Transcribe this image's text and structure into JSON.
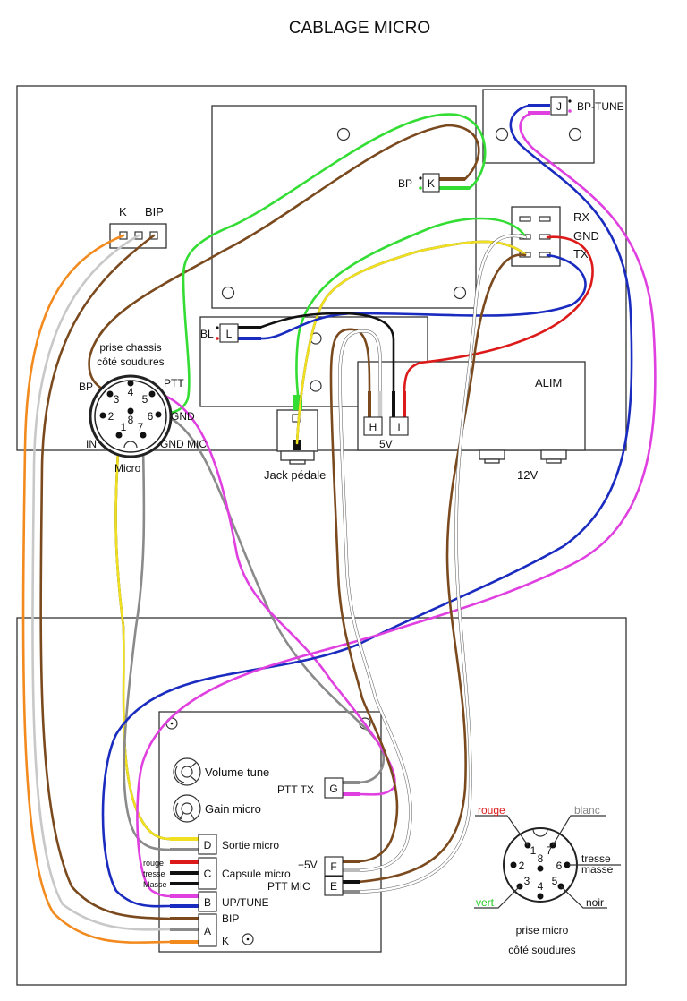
{
  "title": "CABLAGE MICRO",
  "labels": {
    "k_bip_k": "K",
    "k_bip_bip": "BIP",
    "prise_chassis_1": "prise chassis",
    "prise_chassis_2": "côté soudures",
    "pin_bp": "BP",
    "pin_ptt": "PTT",
    "pin_gnd": "GND",
    "pin_in": "IN",
    "pin_gnd_mic": "GND MIC",
    "micro": "Micro",
    "bp": "BP",
    "bl": "BL",
    "rx": "RX",
    "gnd": "GND",
    "tx": "TX",
    "bp_tune": "BP-TUNE",
    "alim": "ALIM",
    "five_v": "5V",
    "twelve_v": "12V",
    "jack_pedale": "Jack pédale",
    "volume_tune": "Volume tune",
    "gain_micro": "Gain micro",
    "ptt_tx": "PTT TX",
    "sortie_micro": "Sortie micro",
    "capsule_micro": "Capsule micro",
    "up_tune": "UP/TUNE",
    "bip": "BIP",
    "k": "K",
    "plus5v": "+5V",
    "ptt_mic": "PTT MIC",
    "rouge": "rouge",
    "tresse": "tresse",
    "masse": "Masse",
    "prise_micro_1": "prise micro",
    "prise_micro_2": "côté soudures",
    "pm_rouge": "rouge",
    "pm_blanc": "blanc",
    "pm_tresse": "tresse",
    "pm_masse": "masse",
    "pm_vert": "vert",
    "pm_noir": "noir"
  },
  "connectors": {
    "A": "A",
    "B": "B",
    "C": "C",
    "D": "D",
    "E": "E",
    "F": "F",
    "G": "G",
    "H": "H",
    "I": "I",
    "J": "J",
    "K": "K",
    "L": "L"
  },
  "chassis_pins": [
    "1",
    "2",
    "3",
    "4",
    "5",
    "6",
    "7",
    "8"
  ],
  "micro_pins": [
    "1",
    "2",
    "3",
    "4",
    "5",
    "6",
    "7",
    "8"
  ],
  "colors": {
    "brown": "#7a4a1e",
    "green": "#33dd33",
    "blue": "#1a2bbf",
    "magenta": "#e040e0",
    "orange": "#f28a1e",
    "lightgray": "#c8c8c8",
    "gray": "#8a8a8a",
    "yellow": "#f0e020",
    "black": "#111111",
    "red": "#dd1a1a",
    "white": "#ffffff"
  }
}
